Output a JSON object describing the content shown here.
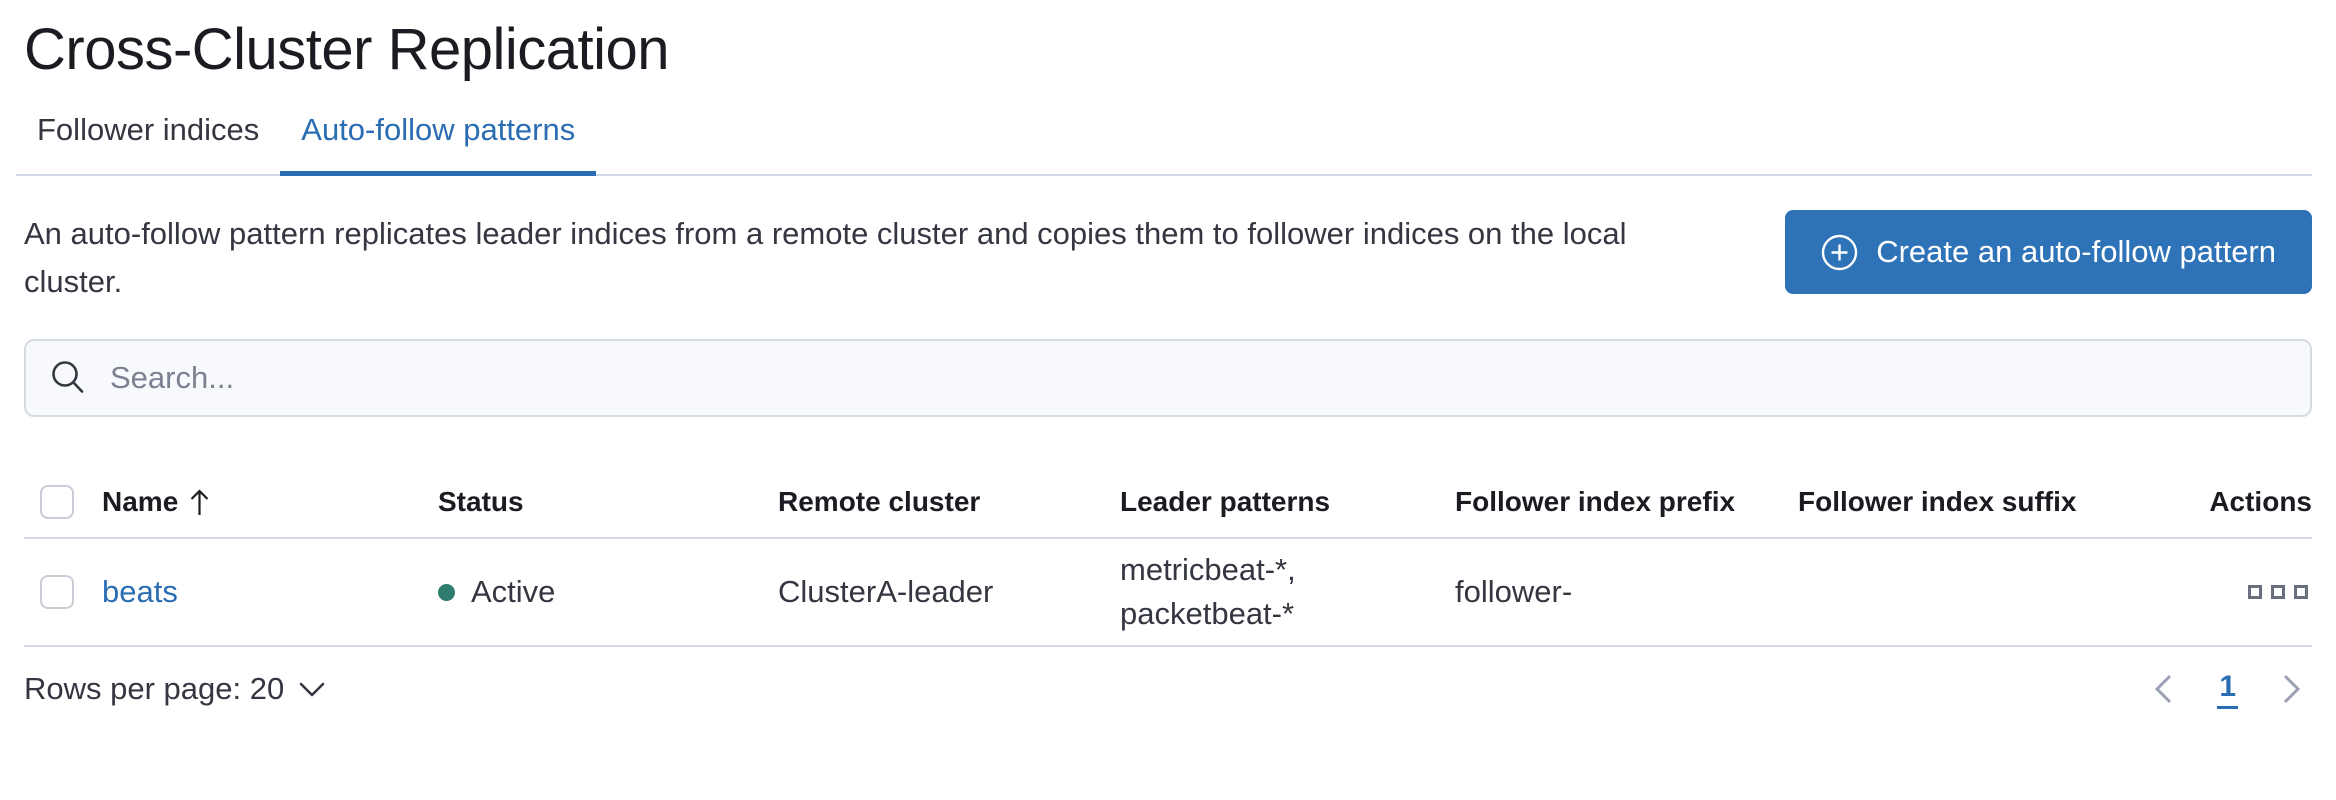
{
  "page": {
    "title": "Cross-Cluster Replication"
  },
  "tabs": [
    {
      "label": "Follower indices",
      "active": false
    },
    {
      "label": "Auto-follow patterns",
      "active": true
    }
  ],
  "description": "An auto-follow pattern replicates leader indices from a remote cluster and copies them to follower indices on the local cluster.",
  "create_button": {
    "label": "Create an auto-follow pattern",
    "icon": "plus-in-circle-icon"
  },
  "search": {
    "placeholder": "Search...",
    "icon": "search-icon",
    "value": ""
  },
  "table": {
    "columns": [
      "Name",
      "Status",
      "Remote cluster",
      "Leader patterns",
      "Follower index prefix",
      "Follower index suffix",
      "Actions"
    ],
    "sort": {
      "column": "Name",
      "direction": "ascending"
    },
    "rows": [
      {
        "name": "beats",
        "status": "Active",
        "remote_cluster": "ClusterA-leader",
        "leader_patterns": [
          "metricbeat-*,",
          "packetbeat-*"
        ],
        "follower_index_prefix": "follower-",
        "follower_index_suffix": ""
      }
    ]
  },
  "footer": {
    "rows_per_page_label": "Rows per page: 20",
    "pagination": {
      "current_page": "1"
    }
  },
  "colors": {
    "accent_blue": "#2b6db3",
    "button_blue": "#2e72b8",
    "status_active_teal": "#2e7d6f",
    "divider": "#d3dae6"
  }
}
